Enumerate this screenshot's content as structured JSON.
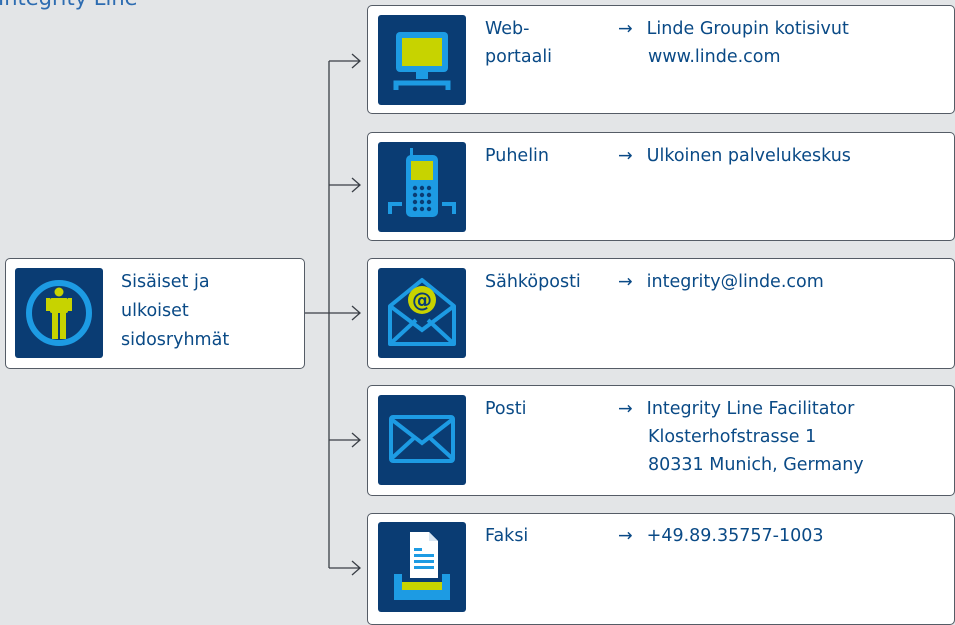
{
  "title": "Integrity Line",
  "source": {
    "lines": [
      "Sisäiset ja",
      "ulkoiset",
      "sidosryhmät"
    ],
    "icon": "person-icon"
  },
  "arrow_glyph": "→",
  "channels": [
    {
      "label_lines": [
        "Web-",
        "portaali"
      ],
      "value_lines": [
        "Linde Groupin kotisivut",
        "www.linde.com"
      ],
      "icon": "computer-monitor-icon"
    },
    {
      "label_lines": [
        "Puhelin"
      ],
      "value_lines": [
        "Ulkoinen palvelukeskus"
      ],
      "icon": "mobile-phone-icon"
    },
    {
      "label_lines": [
        "Sähköposti"
      ],
      "value_lines": [
        "integrity@linde.com"
      ],
      "icon": "email-at-icon"
    },
    {
      "label_lines": [
        "Posti"
      ],
      "value_lines": [
        "Integrity Line Facilitator",
        "Klosterhofstrasse 1",
        "80331 Munich, Germany"
      ],
      "icon": "envelope-icon"
    },
    {
      "label_lines": [
        "Faksi"
      ],
      "value_lines": [
        "+49.89.35757-1003"
      ],
      "icon": "fax-icon"
    }
  ],
  "colors": {
    "tile": "#0a3c73",
    "accent_green": "#c7d300",
    "accent_blue": "#1d9be3",
    "text": "#0a4a86",
    "background": "#e3e5e7"
  }
}
